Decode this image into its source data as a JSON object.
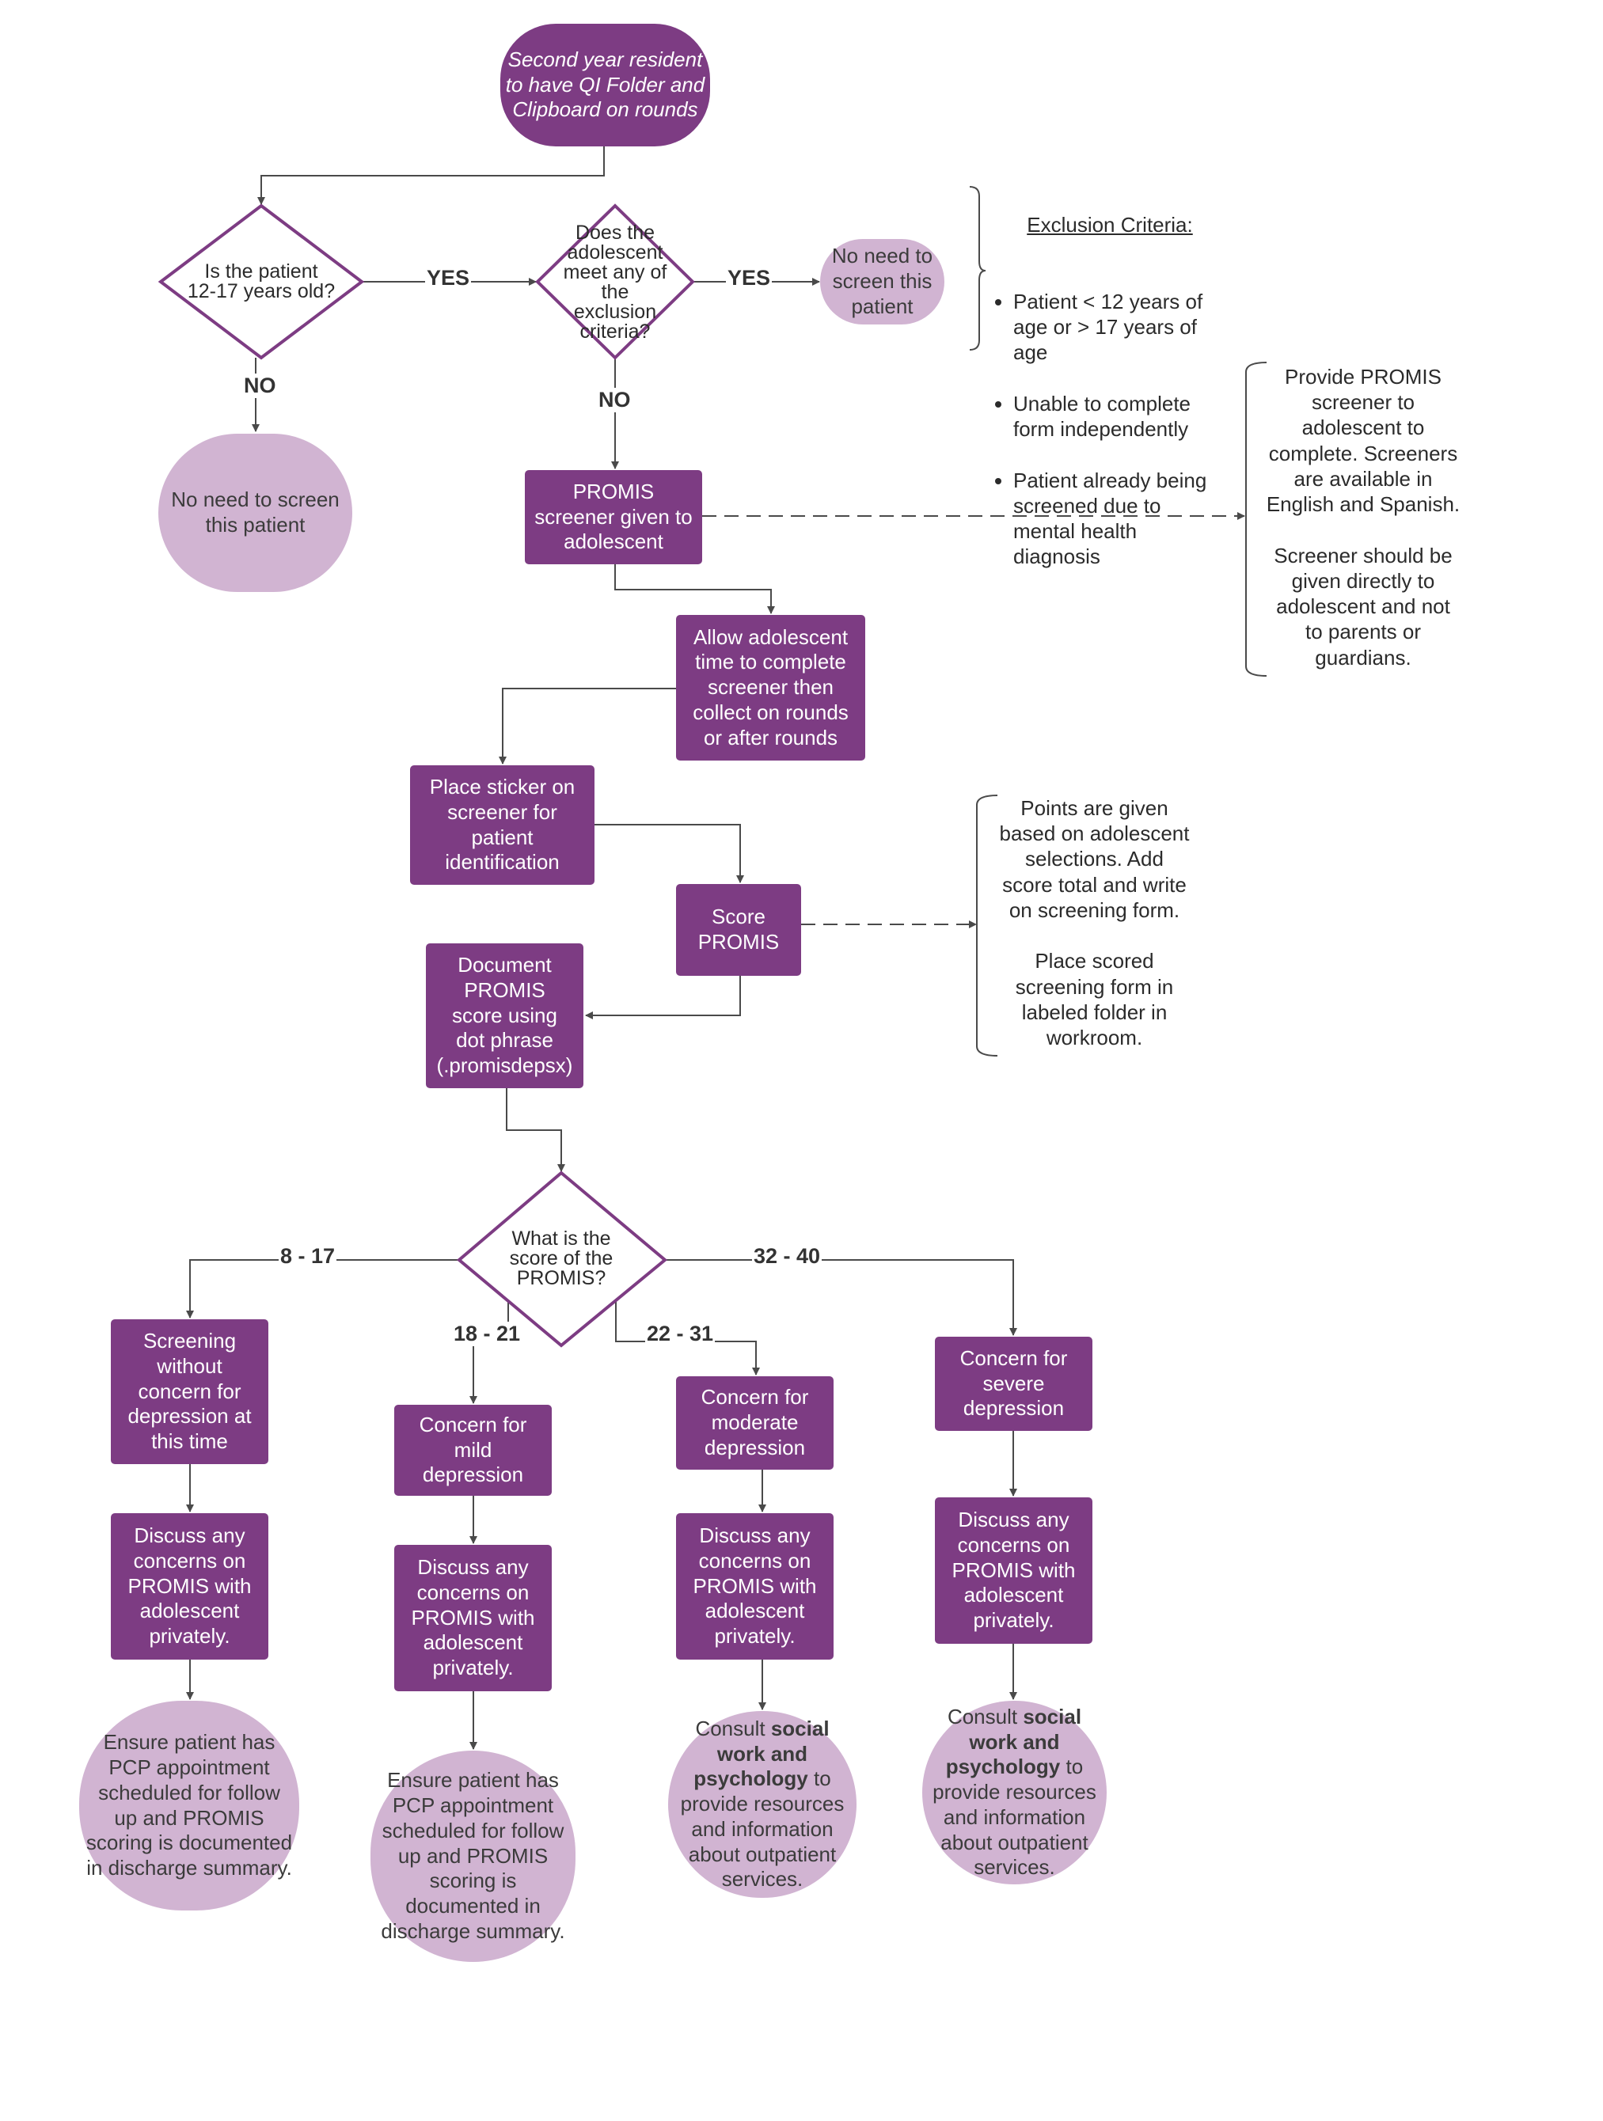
{
  "colors": {
    "process": "#7d3c83",
    "terminal": "#d1b4d2",
    "line": "#4a4a4a",
    "text_on_process": "#ffffff"
  },
  "start": {
    "text": "Second year resident\nto have QI Folder and\nClipboard on rounds"
  },
  "decision_age": {
    "text": "Is the patient\n12-17 years old?"
  },
  "decision_exclusion": {
    "text": "Does the\nadolescent\nmeet any of\nthe\nexclusion\ncriteria?"
  },
  "decision_score": {
    "text": "What is the\nscore of the\nPROMIS?"
  },
  "labels": {
    "yes1": "YES",
    "yes2": "YES",
    "no1": "NO",
    "no2": "NO",
    "range1": "8 - 17",
    "range2": "18 - 21",
    "range3": "22 - 31",
    "range4": "32 - 40"
  },
  "terminal_no_screen_1": {
    "text": "No need to screen\nthis patient"
  },
  "terminal_no_screen_2": {
    "text": "No need to\nscreen this\npatient"
  },
  "exclusion_criteria": {
    "title": "Exclusion Criteria:",
    "items": [
      "Patient < 12 years of age or > 17 years of age",
      "Unable to complete form independently",
      "Patient already being screened due to mental health diagnosis"
    ]
  },
  "promis_given": {
    "text": "PROMIS\nscreener given to\nadolescent"
  },
  "note_promis": {
    "text": "Provide PROMIS\nscreener to\nadolescent to\ncomplete. Screeners\nare available in\nEnglish and Spanish.\n\nScreener should be\ngiven directly to\nadolescent and not\nto parents or\nguardians."
  },
  "allow_time": {
    "text": "Allow adolescent\ntime to complete\nscreener then\ncollect on rounds\nor after rounds"
  },
  "place_sticker": {
    "text": "Place sticker on\nscreener for\npatient\nidentification"
  },
  "score_promis": {
    "text": "Score\nPROMIS"
  },
  "note_score": {
    "text": "Points are given\nbased on adolescent\nselections.  Add\nscore total and write\non screening form.\n\nPlace scored\nscreening form in\nlabeled folder in\nworkroom."
  },
  "document_promis": {
    "text": "Document\nPROMIS\nscore using\ndot phrase\n(.promisdepsx)"
  },
  "col1": {
    "outcome": "Screening\nwithout\nconcern for\ndepression at\nthis time",
    "discuss": "Discuss any\nconcerns on\nPROMIS with\nadolescent\nprivately.",
    "final": "Ensure patient has\nPCP appointment\nscheduled for follow\nup and PROMIS\nscoring is documented\nin discharge summary."
  },
  "col2": {
    "outcome": "Concern for\nmild\ndepression",
    "discuss": "Discuss any\nconcerns on\nPROMIS with\nadolescent\nprivately.",
    "final": "Ensure patient has\nPCP appointment\nscheduled for follow\nup and PROMIS\nscoring is\ndocumented in\ndischarge summary."
  },
  "col3": {
    "outcome": "Concern for\nmoderate\ndepression",
    "discuss": "Discuss any\nconcerns on\nPROMIS with\nadolescent\nprivately.",
    "final_pre": "Consult",
    "final_bold": "social work and psychology",
    "final_post": "to provide resources and information about outpatient services."
  },
  "col4": {
    "outcome": "Concern for\nsevere\ndepression",
    "discuss": "Discuss any\nconcerns on\nPROMIS with\nadolescent\nprivately.",
    "final_pre": "Consult",
    "final_bold": "social work and psychology",
    "final_post": "to provide resources and information about outpatient services."
  }
}
